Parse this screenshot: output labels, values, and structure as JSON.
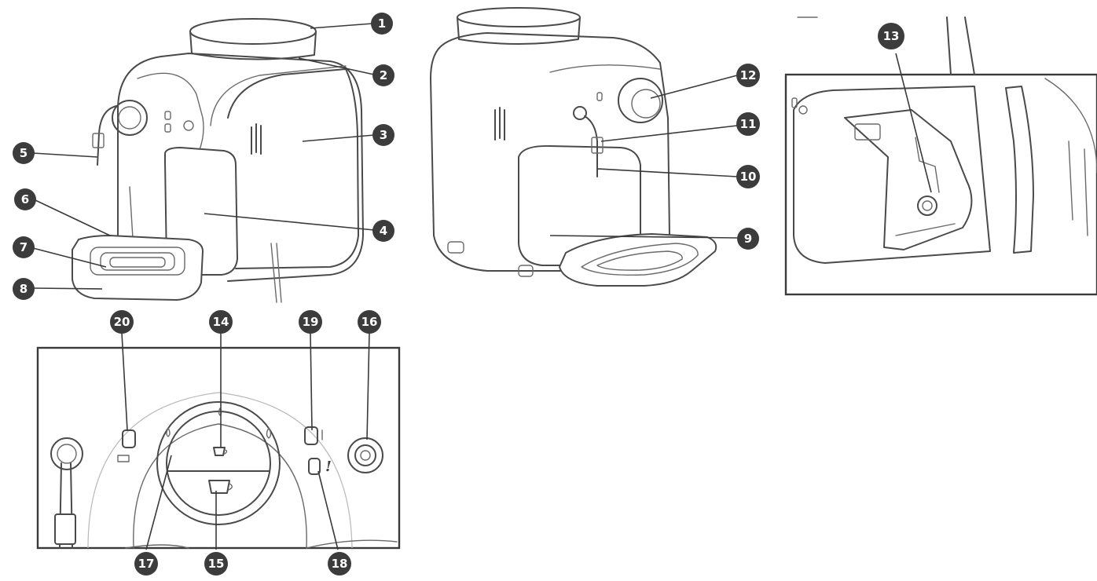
{
  "callouts": [
    {
      "id": "1",
      "label": "1"
    },
    {
      "id": "2",
      "label": "2"
    },
    {
      "id": "3",
      "label": "3"
    },
    {
      "id": "4",
      "label": "4"
    },
    {
      "id": "5",
      "label": "5"
    },
    {
      "id": "6",
      "label": "6"
    },
    {
      "id": "7",
      "label": "7"
    },
    {
      "id": "8",
      "label": "8"
    },
    {
      "id": "9",
      "label": "9"
    },
    {
      "id": "10",
      "label": "10"
    },
    {
      "id": "11",
      "label": "11"
    },
    {
      "id": "12",
      "label": "12"
    },
    {
      "id": "13",
      "label": "13"
    },
    {
      "id": "14",
      "label": "14"
    },
    {
      "id": "15",
      "label": "15"
    },
    {
      "id": "16",
      "label": "16"
    },
    {
      "id": "17",
      "label": "17"
    },
    {
      "id": "18",
      "label": "18"
    },
    {
      "id": "19",
      "label": "19"
    },
    {
      "id": "20",
      "label": "20"
    }
  ],
  "panel_symbols": {
    "warning": "!"
  },
  "colors": {
    "line": "#4a4a4a",
    "badge": "#3c3c3c",
    "background": "#ffffff"
  }
}
